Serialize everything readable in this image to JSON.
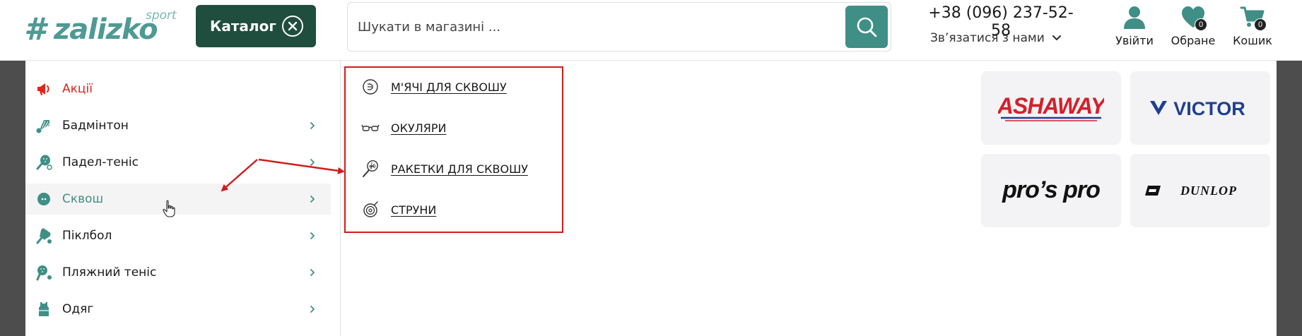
{
  "header": {
    "logo": {
      "mark": "#",
      "word": "zalizko",
      "sport": "sport"
    },
    "catalog_label": "Каталог",
    "search_placeholder": "Шукати в магазині ...",
    "phone": "+38 (096) 237-52-58",
    "contact_label": "Зв’язатися з нами",
    "login_label": "Увійти",
    "favorites_label": "Обране",
    "favorites_count": "0",
    "cart_label": "Кошик",
    "cart_count": "0"
  },
  "sidebar": {
    "items": [
      {
        "label": "Акції",
        "icon": "megaphone-icon"
      },
      {
        "label": "Бадмінтон",
        "icon": "shuttlecock-icon"
      },
      {
        "label": "Падел-теніс",
        "icon": "padel-racket-icon"
      },
      {
        "label": "Сквош",
        "icon": "squash-ball-icon"
      },
      {
        "label": "Піклбол",
        "icon": "pickleball-paddle-icon"
      },
      {
        "label": "Пляжний теніс",
        "icon": "beach-tennis-icon"
      },
      {
        "label": "Одяг",
        "icon": "shirt-icon"
      }
    ]
  },
  "submenu": {
    "items": [
      {
        "label": "М'ЯЧІ ДЛЯ СКВОШУ",
        "icon": "ball-icon"
      },
      {
        "label": "ОКУЛЯРИ",
        "icon": "glasses-icon"
      },
      {
        "label": "РАКЕТКИ ДЛЯ СКВОШУ",
        "icon": "racket-icon"
      },
      {
        "label": "СТРУНИ",
        "icon": "strings-icon"
      }
    ]
  },
  "brands": [
    {
      "name": "ASHAWAY",
      "color": "#d4202a"
    },
    {
      "name": "VICTOR",
      "color": "#1f3f8f"
    },
    {
      "name": "pro’s pro",
      "color": "#111111"
    },
    {
      "name": "DUNLOP",
      "color": "#111111"
    }
  ],
  "colors": {
    "accent": "#3f8f86",
    "catalog_bg": "#1f4d3e",
    "promo": "#e0231b",
    "annotation": "#d01c1c"
  }
}
